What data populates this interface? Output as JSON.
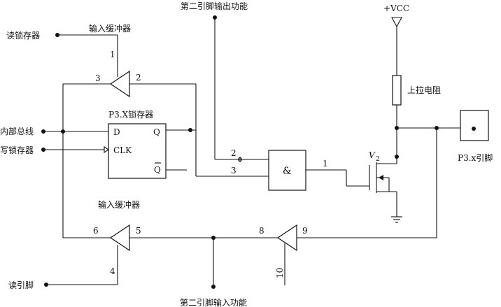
{
  "labels": {
    "read_latch": "读锁存器",
    "input_buffer_top": "输入缓冲器",
    "second_func_out": "第二引脚输出功能",
    "vcc": "+VCC",
    "pullup": "上拉电阻",
    "latch_title": "P3.X锁存器",
    "internal_bus": "内部总线",
    "write_latch": "写锁存器",
    "latch_d": "D",
    "latch_q": "Q",
    "latch_clk": "CLK",
    "latch_qbar": "Q",
    "and_sym": "&",
    "transistor": "V",
    "transistor_sub": "2",
    "pin_box": "P3.x引脚",
    "input_buffer_bottom": "输入缓冲器",
    "read_pin": "读引脚",
    "second_func_in": "第二引脚输入功能"
  },
  "numbers": {
    "n1_top": "1",
    "n2_top": "2",
    "n3_top": "3",
    "and_in2": "2",
    "and_in3": "3",
    "and_out1": "1",
    "b6": "6",
    "b5": "5",
    "b4": "4",
    "b8": "8",
    "b9": "9",
    "b10": "10"
  }
}
